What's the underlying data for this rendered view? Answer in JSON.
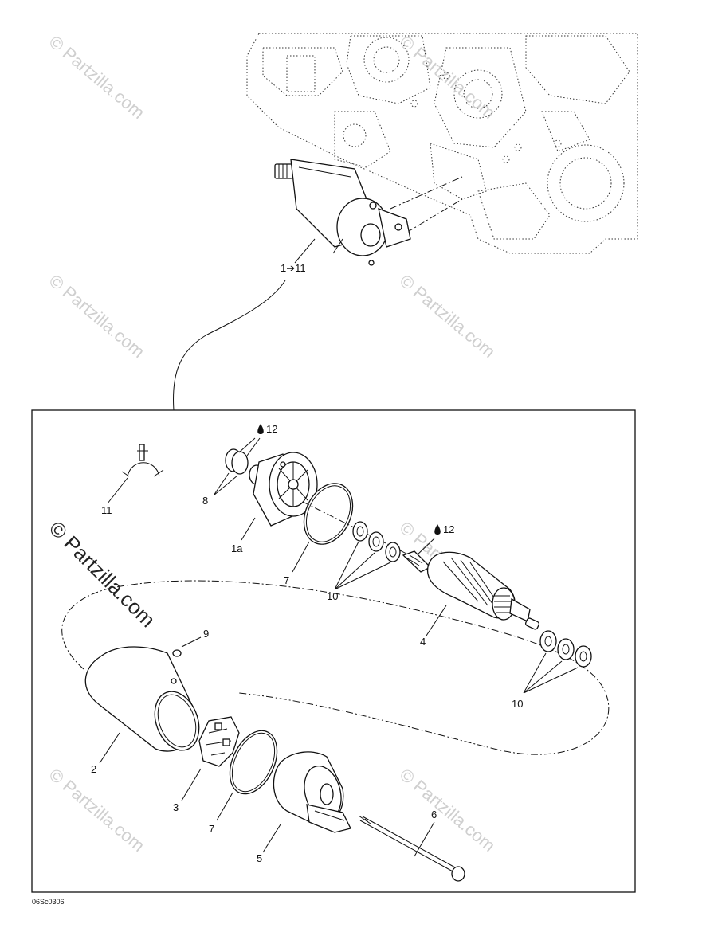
{
  "labels": {
    "assembly": "1➔11",
    "p1a": "1a",
    "p2": "2",
    "p3": "3",
    "p4": "4",
    "p5": "5",
    "p6": "6",
    "p7a": "7",
    "p7b": "7",
    "p8": "8",
    "p9": "9",
    "p10a": "10",
    "p10b": "10",
    "p11": "11",
    "p12a": "12",
    "p12b": "12"
  },
  "footer": {
    "drawing_code": "06Sc0306"
  },
  "watermark": {
    "text": "© Partzilla.com"
  },
  "icons": {
    "lubricant": "oil-drop-icon"
  }
}
